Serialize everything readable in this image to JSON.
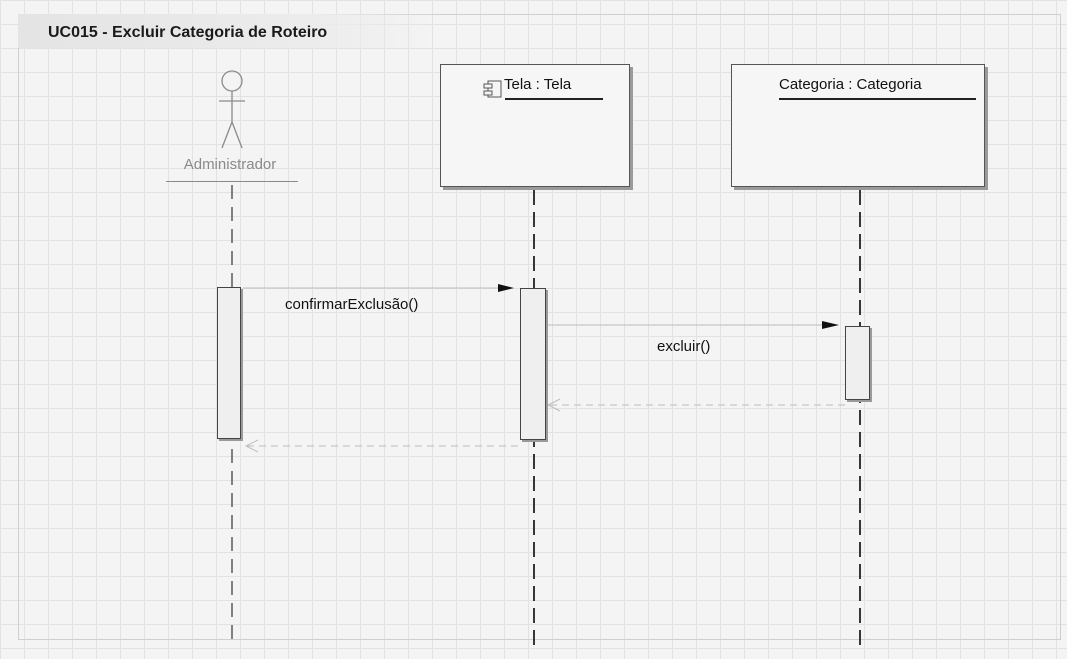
{
  "diagram": {
    "title": "UC015 - Excluir Categoria de Roteiro",
    "actor": {
      "name": "Administrador",
      "icon": "stick-figure-icon"
    },
    "objects": [
      {
        "id": "tela",
        "label": "Tela : Tela",
        "icon": "component-icon"
      },
      {
        "id": "categoria",
        "label": "Categoria : Categoria",
        "icon": "class-icon"
      }
    ],
    "messages": [
      {
        "from": "Administrador",
        "to": "Tela : Tela",
        "label": "confirmarExclusão()",
        "kind": "call"
      },
      {
        "from": "Tela : Tela",
        "to": "Categoria : Categoria",
        "label": "excluir()",
        "kind": "call"
      },
      {
        "from": "Categoria : Categoria",
        "to": "Tela : Tela",
        "label": "",
        "kind": "return"
      },
      {
        "from": "Tela : Tela",
        "to": "Administrador",
        "label": "",
        "kind": "return"
      }
    ]
  }
}
